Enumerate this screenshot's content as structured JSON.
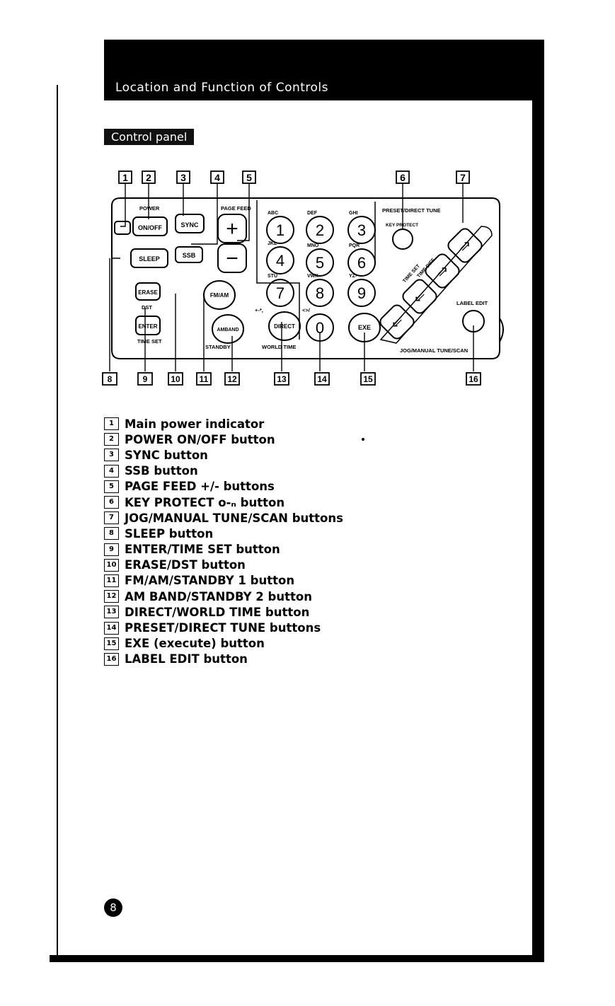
{
  "header": {
    "title": "Location and Function of Controls"
  },
  "section": {
    "label": "Control panel"
  },
  "diagram": {
    "callouts_top": [
      "1",
      "2",
      "3",
      "4",
      "5",
      "6",
      "7"
    ],
    "callouts_bottom": [
      "8",
      "9",
      "10",
      "11",
      "12",
      "13",
      "14",
      "15",
      "16"
    ],
    "labels": {
      "power": "POWER",
      "page_feed": "PAGE FEED",
      "preset_direct": "PRESET/DIRECT TUNE",
      "key_protect": "KEY PROTECT",
      "dst": "DST",
      "time_set": "TIME SET",
      "standby": "STANDBY",
      "world_time": "WORLD TIME",
      "label_edit": "LABEL EDIT",
      "jog_manual": "JOG/MANUAL TUNE/SCAN",
      "time_set_diag": "TIME SET",
      "time_diff": "TIME DIFF",
      "plus_star": "+-*,",
      "angle": "<>/"
    },
    "buttons": {
      "on_off": "ON/OFF",
      "sync": "SYNC",
      "sleep": "SLEEP",
      "ssb": "SSB",
      "erase": "ERASE",
      "enter": "ENTER",
      "fm_am": "FM/AM",
      "am_band": "AMBAND",
      "direct": "DIRECT",
      "exe": "EXE",
      "plus": "+",
      "minus": "−"
    },
    "keys": [
      {
        "digit": "1",
        "letters": "ABC"
      },
      {
        "digit": "2",
        "letters": "DEF"
      },
      {
        "digit": "3",
        "letters": "GHI"
      },
      {
        "digit": "4",
        "letters": "JKL"
      },
      {
        "digit": "5",
        "letters": "MNO"
      },
      {
        "digit": "6",
        "letters": "PQR"
      },
      {
        "digit": "7",
        "letters": "STU"
      },
      {
        "digit": "8",
        "letters": "VWX"
      },
      {
        "digit": "9",
        "letters": "YZ-"
      },
      {
        "digit": "0",
        "letters": ""
      }
    ]
  },
  "legend": [
    {
      "num": "1",
      "text": "Main power indicator"
    },
    {
      "num": "2",
      "text": "POWER ON/OFF button"
    },
    {
      "num": "3",
      "text": "SYNC button"
    },
    {
      "num": "4",
      "text": "SSB button"
    },
    {
      "num": "5",
      "text": "PAGE FEED +/- buttons"
    },
    {
      "num": "6",
      "text": "KEY PROTECT o-ₙ button"
    },
    {
      "num": "7",
      "text": "JOG/MANUAL TUNE/SCAN buttons"
    },
    {
      "num": "8",
      "text": "SLEEP button"
    },
    {
      "num": "9",
      "text": "ENTER/TIME SET button"
    },
    {
      "num": "10",
      "text": "ERASE/DST button"
    },
    {
      "num": "11",
      "text": "FM/AM/STANDBY 1 button"
    },
    {
      "num": "12",
      "text": "AM BAND/STANDBY 2 button"
    },
    {
      "num": "13",
      "text": "DIRECT/WORLD TIME button"
    },
    {
      "num": "14",
      "text": "PRESET/DIRECT TUNE buttons"
    },
    {
      "num": "15",
      "text": "EXE (execute) button"
    },
    {
      "num": "16",
      "text": "LABEL EDIT button"
    }
  ],
  "page_number": "8"
}
